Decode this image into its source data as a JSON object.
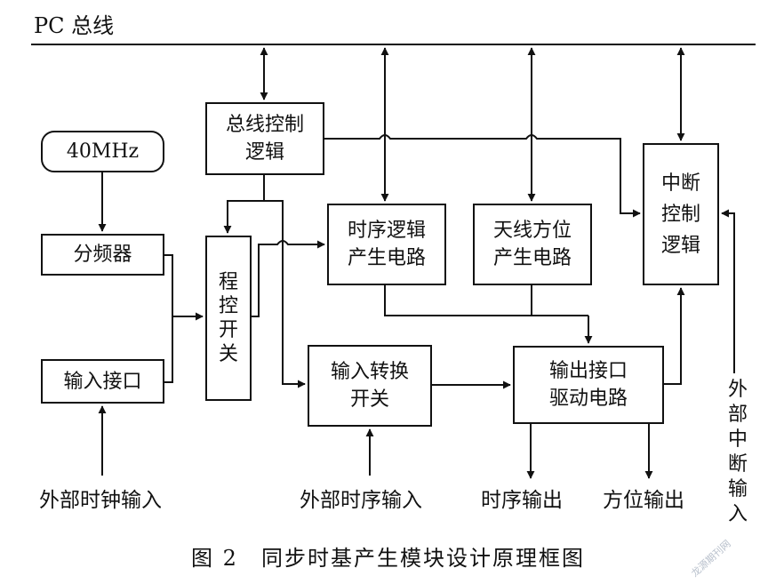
{
  "bus_label": "PC 总线",
  "blocks": {
    "clock": "40MHz",
    "divider": "分频器",
    "input_iface": "输入接口",
    "bus_ctrl": [
      "总线控制",
      "逻辑"
    ],
    "prog_switch": [
      "程",
      "控",
      "开",
      "关"
    ],
    "timing_logic": [
      "时序逻辑",
      "产生电路"
    ],
    "antenna": [
      "天线方位",
      "产生电路"
    ],
    "interrupt": [
      "中断",
      "控制",
      "逻辑"
    ],
    "input_switch": [
      "输入转换",
      "开关"
    ],
    "output_driver": [
      "输出接口",
      "驱动电路"
    ]
  },
  "labels": {
    "ext_clock_in": "外部时钟输入",
    "ext_timing_in": "外部时序输入",
    "timing_out": "时序输出",
    "azimuth_out": "方位输出",
    "ext_interrupt_in": [
      "外",
      "部",
      "中",
      "断",
      "输",
      "入"
    ]
  },
  "caption": "图 2　同步时基产生模块设计原理框图",
  "watermark": "龙源期刊网"
}
